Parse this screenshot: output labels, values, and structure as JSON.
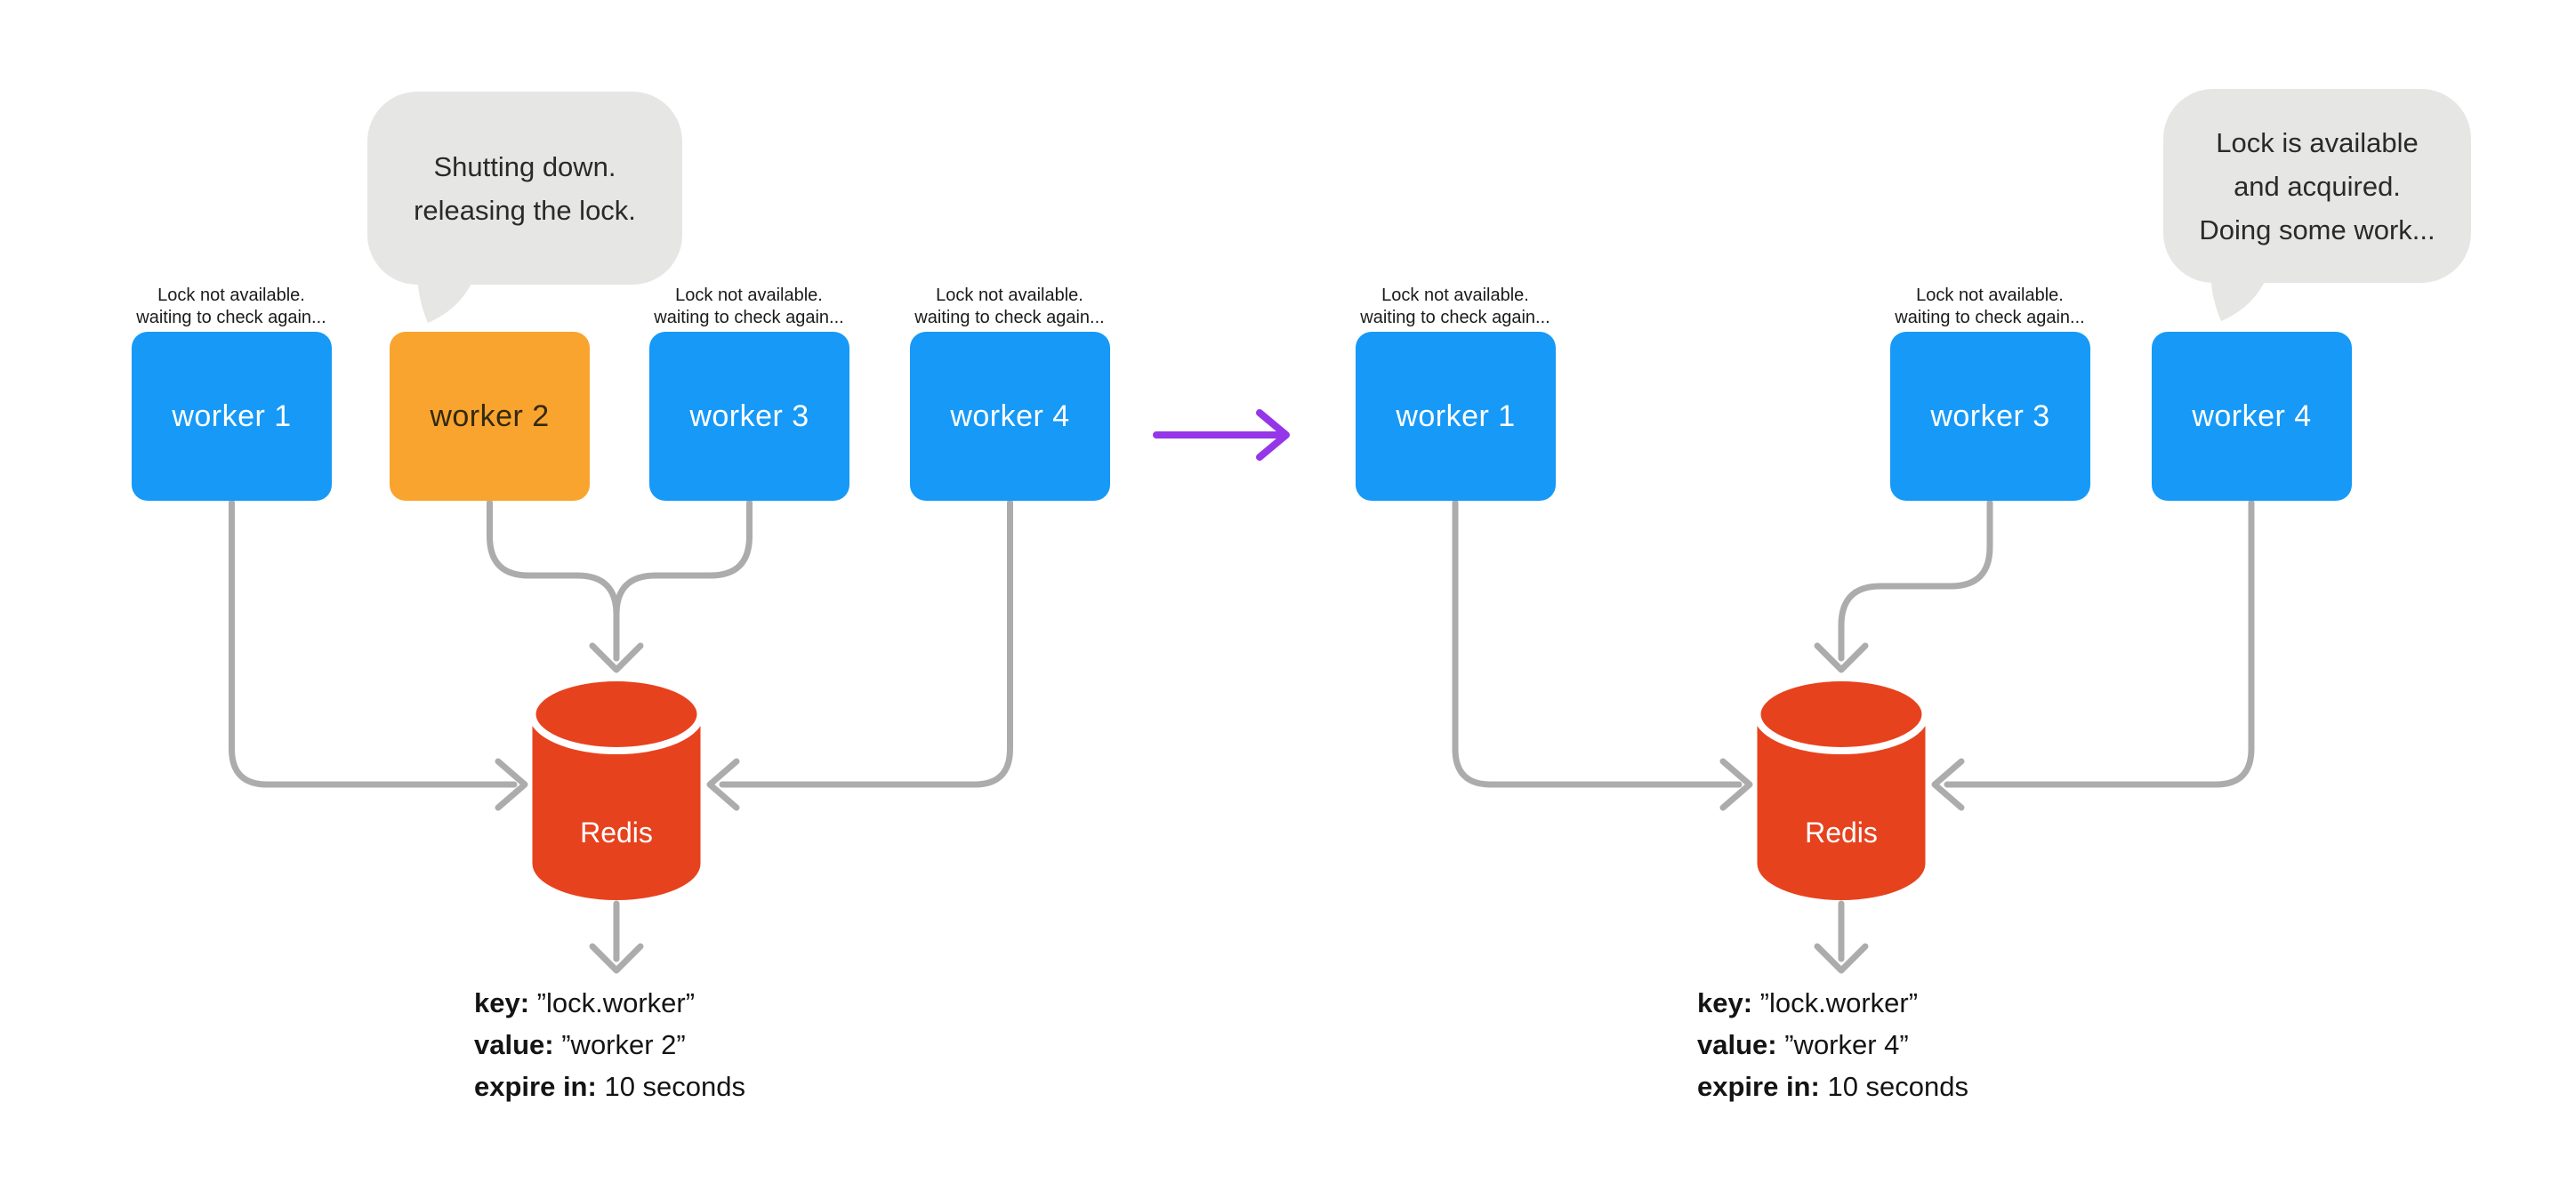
{
  "diagram": {
    "caption": {
      "line1": "Lock not available.",
      "line2": "waiting to check again..."
    },
    "redis_label": "Redis",
    "left": {
      "bubble": [
        "Shutting down.",
        "releasing the lock."
      ],
      "workers": [
        "worker 1",
        "worker 2",
        "worker 3",
        "worker 4"
      ],
      "record": {
        "key_label": "key:",
        "key": "”lock.worker”",
        "value_label": "value:",
        "value": "”worker 2”",
        "expire_label": "expire in:",
        "expire": "10 seconds"
      }
    },
    "right": {
      "bubble": [
        "Lock is available",
        "and acquired.",
        "Doing some work..."
      ],
      "workers": [
        "worker 1",
        "worker 3",
        "worker 4"
      ],
      "record": {
        "key_label": "key:",
        "key": "”lock.worker”",
        "value_label": "value:",
        "value": "”worker 4”",
        "expire_label": "expire in:",
        "expire": "10 seconds"
      }
    },
    "colors": {
      "worker_blue": "#1699F7",
      "worker_orange": "#F9A42E",
      "redis_red": "#E7421E",
      "connector_gray": "#ACACAC",
      "bubble_gray": "#E6E6E4",
      "transition_purple": "#9537E8",
      "background": "#FFFFFF"
    }
  }
}
